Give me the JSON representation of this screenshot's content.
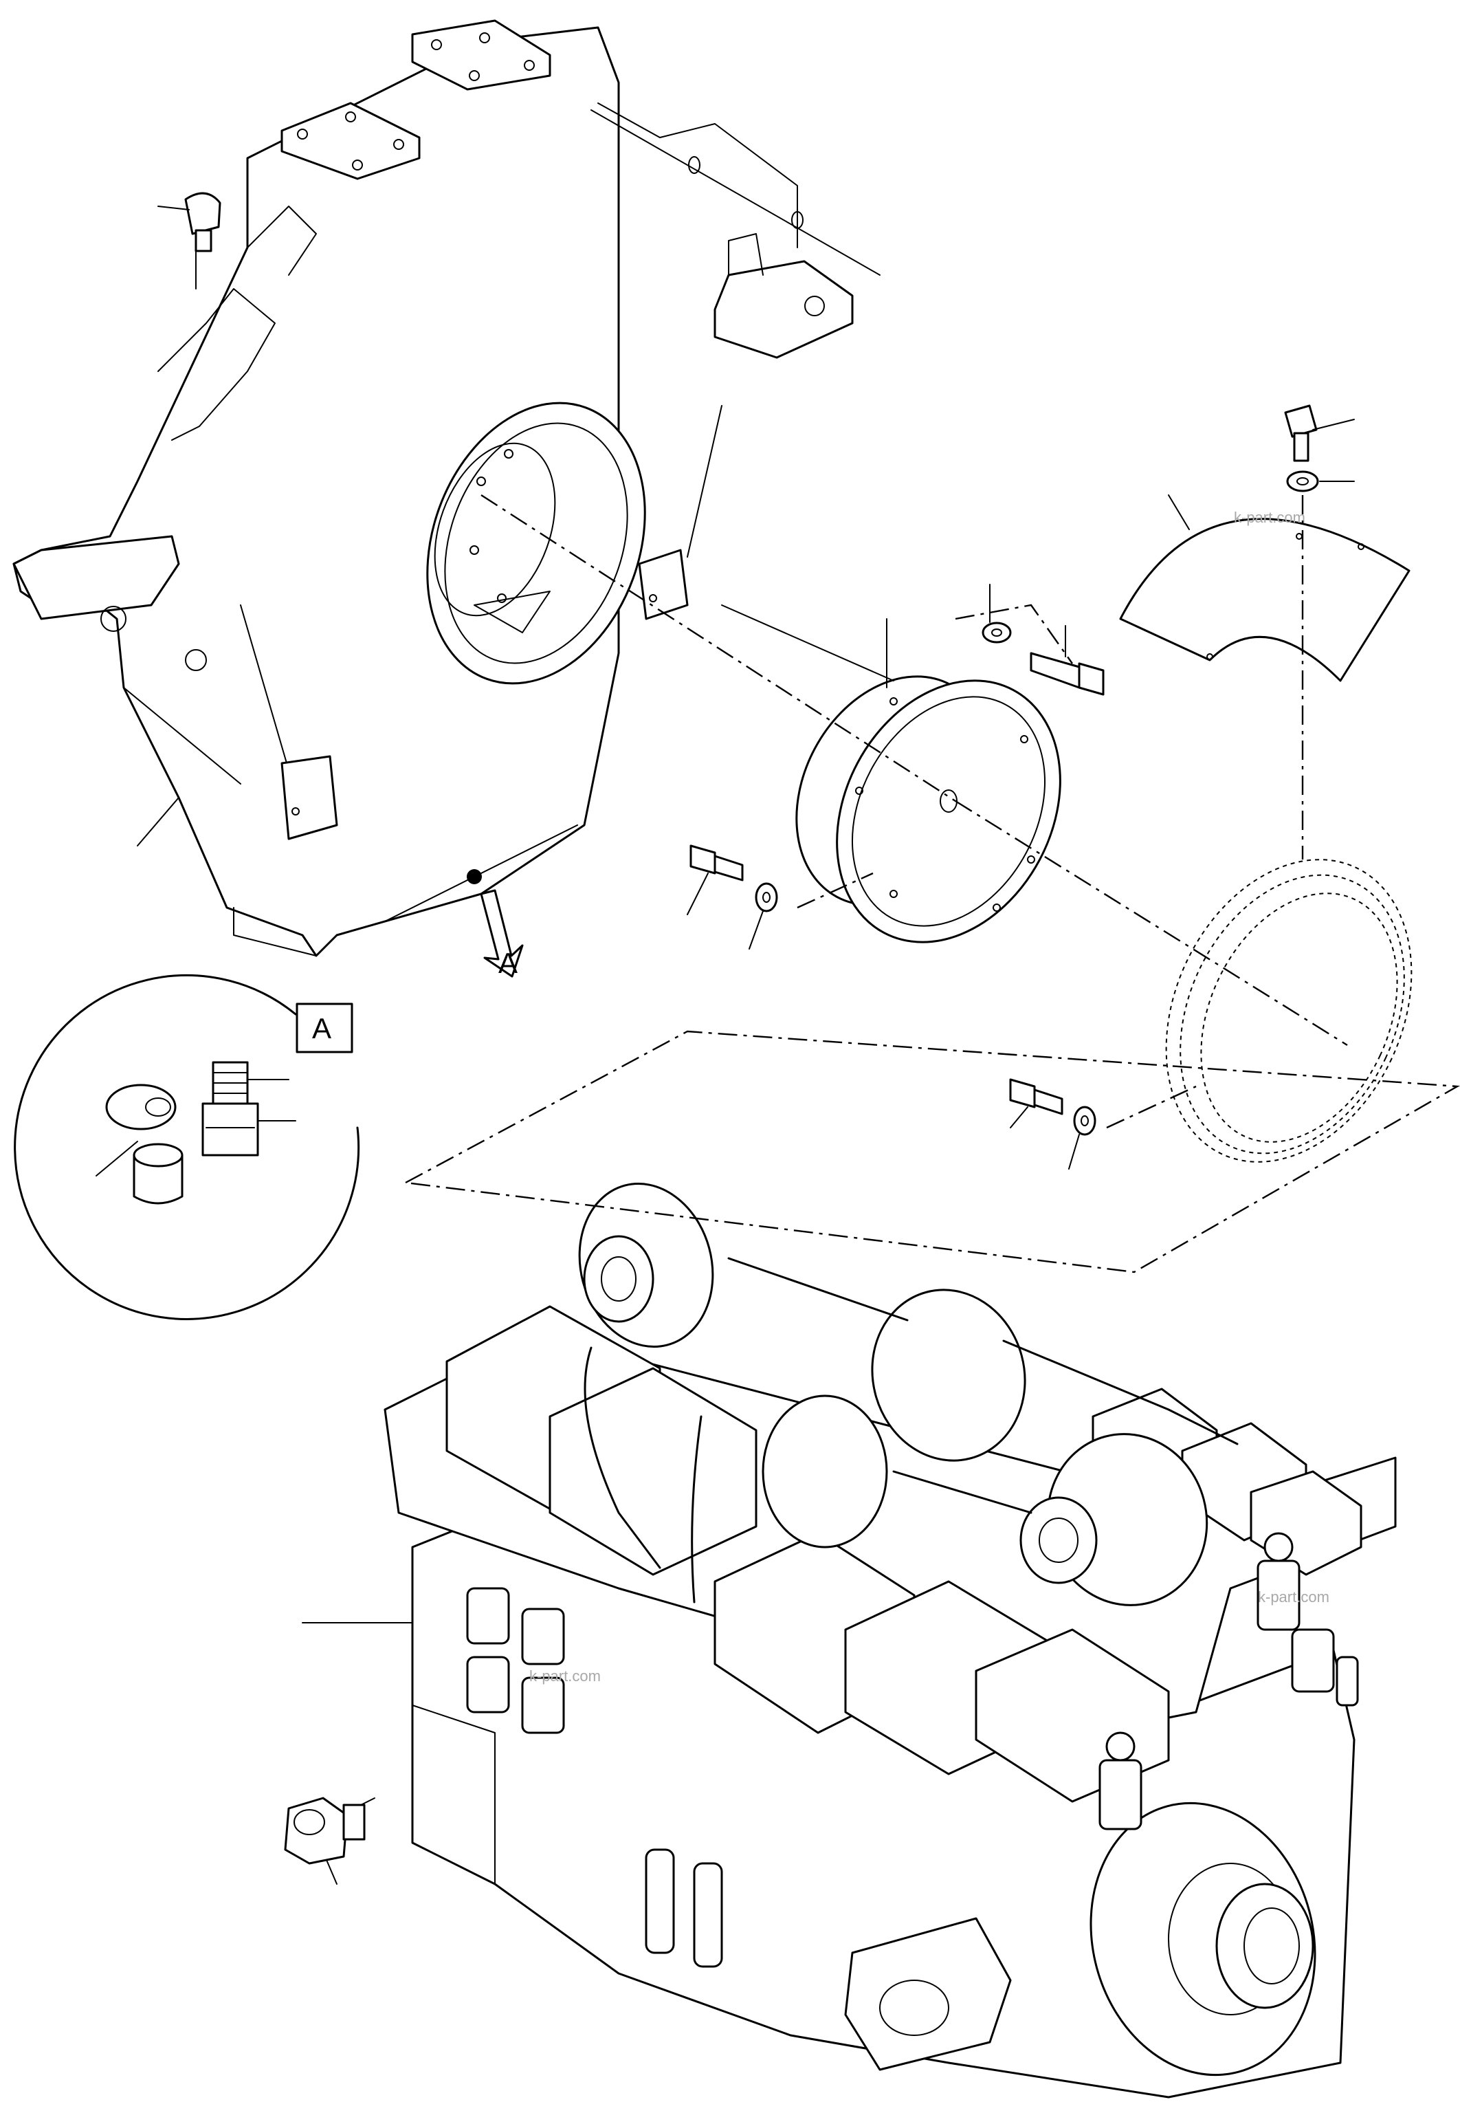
{
  "labels": {
    "view_arrow": "A",
    "detail_tag": "A"
  },
  "watermark": "k-part.com"
}
